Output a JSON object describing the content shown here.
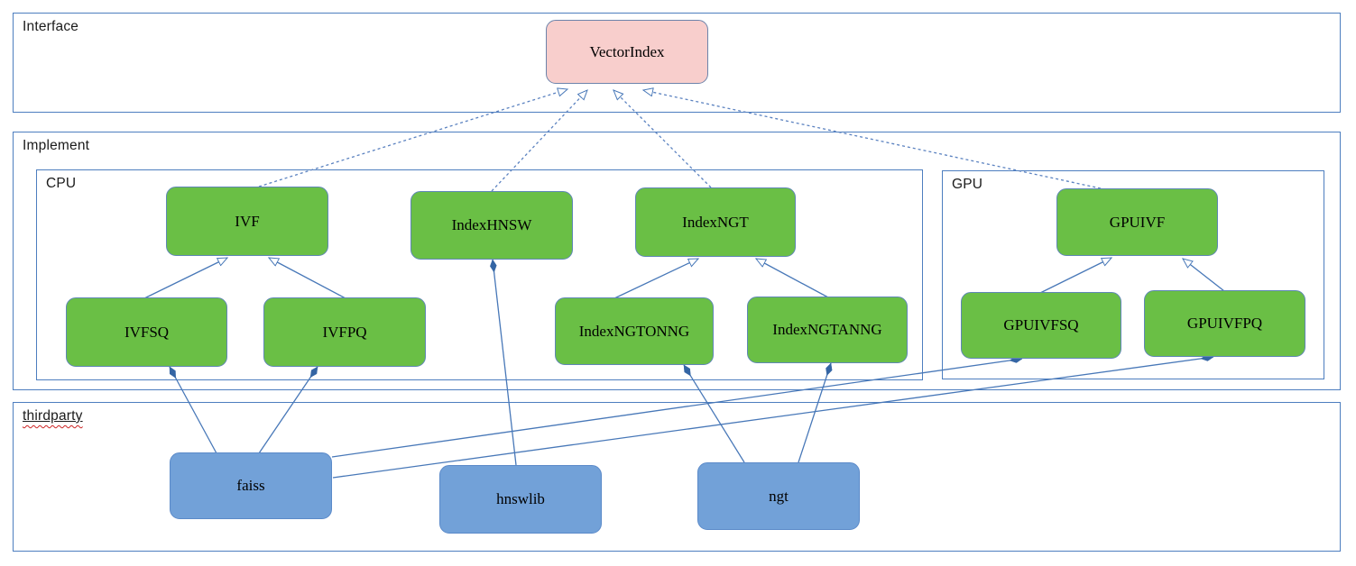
{
  "sections": {
    "interface": {
      "label": "Interface"
    },
    "implement": {
      "label": "Implement"
    },
    "cpu": {
      "label": "CPU"
    },
    "gpu": {
      "label": "GPU"
    },
    "thirdparty": {
      "label": "thirdparty"
    }
  },
  "nodes": {
    "vectorindex": {
      "label": "VectorIndex",
      "type": "interface"
    },
    "ivf": {
      "label": "IVF",
      "type": "cpu-class"
    },
    "indexhnsw": {
      "label": "IndexHNSW",
      "type": "cpu-class"
    },
    "indexngt": {
      "label": "IndexNGT",
      "type": "cpu-class"
    },
    "ivfsq": {
      "label": "IVFSQ",
      "type": "cpu-class"
    },
    "ivfpq": {
      "label": "IVFPQ",
      "type": "cpu-class"
    },
    "indexngtonng": {
      "label": "IndexNGTONNG",
      "type": "cpu-class"
    },
    "indexngtanng": {
      "label": "IndexNGTANNG",
      "type": "cpu-class"
    },
    "gpuivf": {
      "label": "GPUIVF",
      "type": "gpu-class"
    },
    "gpuivfsq": {
      "label": "GPUIVFSQ",
      "type": "gpu-class"
    },
    "gpuivfpq": {
      "label": "GPUIVFPQ",
      "type": "gpu-class"
    },
    "faiss": {
      "label": "faiss",
      "type": "thirdparty-lib"
    },
    "hnswlib": {
      "label": "hnswlib",
      "type": "thirdparty-lib"
    },
    "ngt": {
      "label": "ngt",
      "type": "thirdparty-lib"
    }
  },
  "edges": [
    {
      "from": "IVF",
      "to": "VectorIndex",
      "type": "realization-dashed-hollow-arrow"
    },
    {
      "from": "IndexHNSW",
      "to": "VectorIndex",
      "type": "realization-dashed-hollow-arrow"
    },
    {
      "from": "IndexNGT",
      "to": "VectorIndex",
      "type": "realization-dashed-hollow-arrow"
    },
    {
      "from": "GPUIVF",
      "to": "VectorIndex",
      "type": "realization-dashed-hollow-arrow"
    },
    {
      "from": "IVFSQ",
      "to": "IVF",
      "type": "generalization-hollow-arrow"
    },
    {
      "from": "IVFPQ",
      "to": "IVF",
      "type": "generalization-hollow-arrow"
    },
    {
      "from": "IndexNGTONNG",
      "to": "IndexNGT",
      "type": "generalization-hollow-arrow"
    },
    {
      "from": "IndexNGTANNG",
      "to": "IndexNGT",
      "type": "generalization-hollow-arrow"
    },
    {
      "from": "GPUIVFSQ",
      "to": "GPUIVF",
      "type": "generalization-hollow-arrow"
    },
    {
      "from": "GPUIVFPQ",
      "to": "GPUIVF",
      "type": "generalization-hollow-arrow"
    },
    {
      "from": "IVFSQ",
      "to": "faiss",
      "type": "composition-diamond"
    },
    {
      "from": "IVFPQ",
      "to": "faiss",
      "type": "composition-diamond"
    },
    {
      "from": "GPUIVFSQ",
      "to": "faiss",
      "type": "composition-diamond"
    },
    {
      "from": "GPUIVFPQ",
      "to": "faiss",
      "type": "composition-diamond"
    },
    {
      "from": "IndexHNSW",
      "to": "hnswlib",
      "type": "composition-diamond"
    },
    {
      "from": "IndexNGTONNG",
      "to": "ngt",
      "type": "composition-diamond"
    },
    {
      "from": "IndexNGTANNG",
      "to": "ngt",
      "type": "composition-diamond"
    }
  ],
  "colors": {
    "container_border": "#4d7ebf",
    "interface_fill": "#f8cecc",
    "class_fill": "#6abf45",
    "thirdparty_fill": "#72a1d8",
    "line": "#4878b8",
    "dashed_line": "#5b82c0",
    "diamond_fill": "#3465a4",
    "text": "#000000"
  }
}
